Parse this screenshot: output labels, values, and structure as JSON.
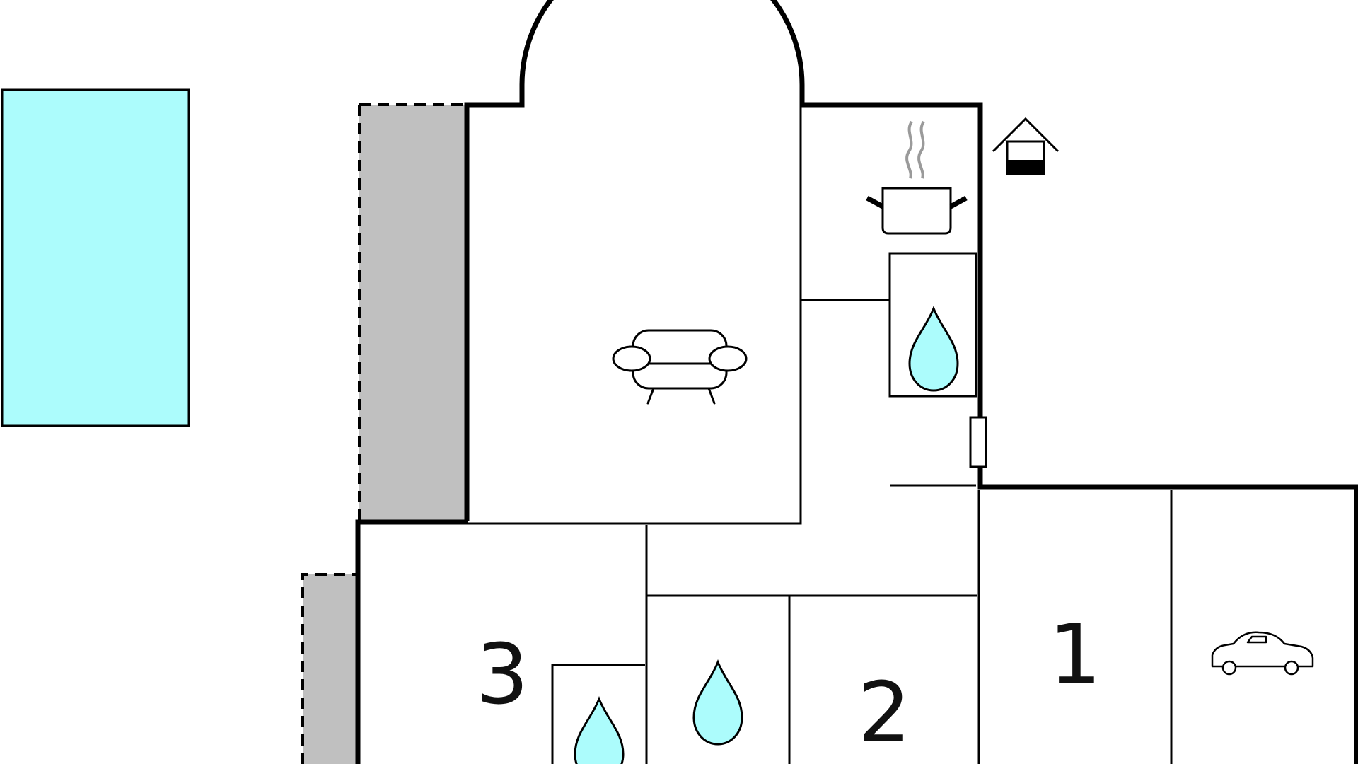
{
  "colors": {
    "water": "#acfcfc",
    "terrace": "#c0c0c0",
    "walls": "#000000",
    "steam": "#9a9a9a"
  },
  "rooms": [
    {
      "number": "1"
    },
    {
      "number": "2"
    },
    {
      "number": "3"
    }
  ],
  "icons": [
    "pool",
    "terrace",
    "sofa-icon",
    "cooking-pot-icon",
    "house-icon",
    "water-drop-icon",
    "door-icon",
    "car-icon"
  ]
}
